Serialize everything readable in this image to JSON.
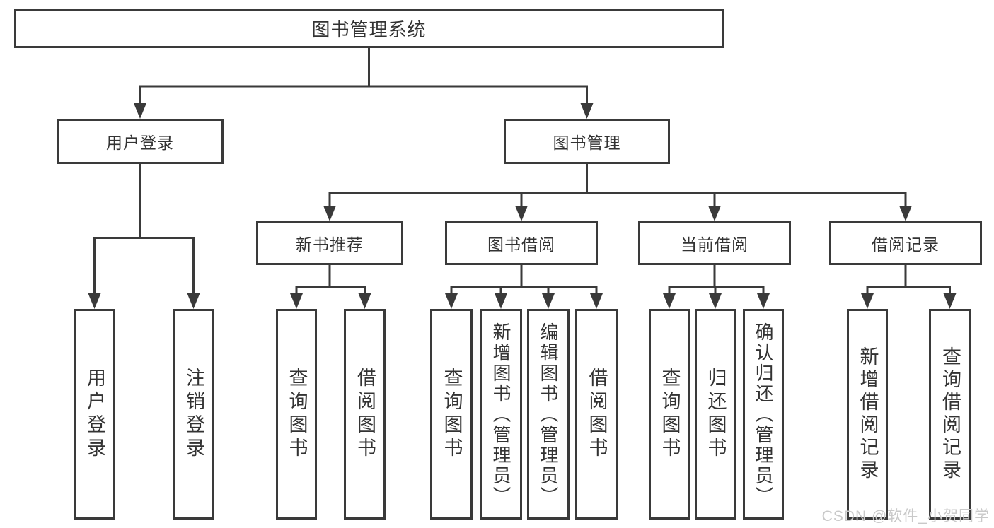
{
  "colors": {
    "bg": "#ffffff",
    "line": "#3a3a3a",
    "border": "#3a3a3a",
    "text": "#333333",
    "watermark": "#c9c9c9"
  },
  "diagram": {
    "root": {
      "label": "图书管理系统"
    },
    "level2": [
      {
        "label": "用户登录"
      },
      {
        "label": "图书管理"
      }
    ],
    "level3": [
      {
        "label": "新书推荐"
      },
      {
        "label": "图书借阅"
      },
      {
        "label": "当前借阅"
      },
      {
        "label": "借阅记录"
      }
    ],
    "leaves": {
      "user_login": [
        "用户登录",
        "注销登录"
      ],
      "new_book_recommend": [
        "查询图书",
        "借阅图书"
      ],
      "book_borrowing": [
        "查询图书",
        "新增图书（管理员）",
        "编辑图书（管理员）",
        "借阅图书"
      ],
      "current_borrowing": [
        "查询图书",
        "归还图书",
        "确认归还（管理员）"
      ],
      "borrowing_records": [
        "新增借阅记录",
        "查询借阅记录"
      ]
    }
  },
  "watermark": {
    "text": "CSDN @软件_小贺同学"
  }
}
